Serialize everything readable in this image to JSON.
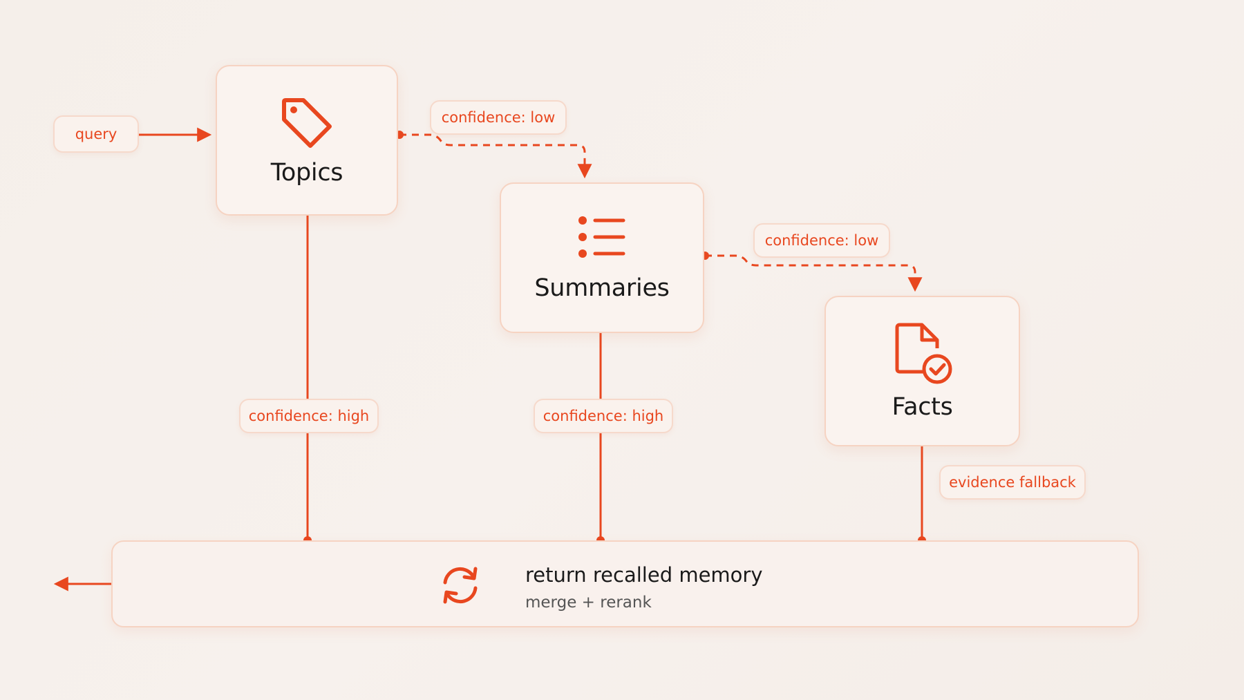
{
  "input": {
    "label": "query"
  },
  "nodes": [
    {
      "id": "topics",
      "title": "Topics",
      "icon": "tag-icon"
    },
    {
      "id": "summaries",
      "title": "Summaries",
      "icon": "list-icon"
    },
    {
      "id": "facts",
      "title": "Facts",
      "icon": "document-check-icon"
    }
  ],
  "edges": {
    "topics_to_summaries": "confidence: low",
    "summaries_to_facts": "confidence: low",
    "topics_to_output": "confidence: high",
    "summaries_to_output": "confidence: high",
    "facts_to_output": "evidence fallback"
  },
  "output": {
    "title": "return recalled memory",
    "subtitle": "merge + rerank",
    "icon": "refresh-icon"
  },
  "colors": {
    "accent": "#e8471f",
    "node_border": "#f6d3c2",
    "background": "#f5efea"
  }
}
